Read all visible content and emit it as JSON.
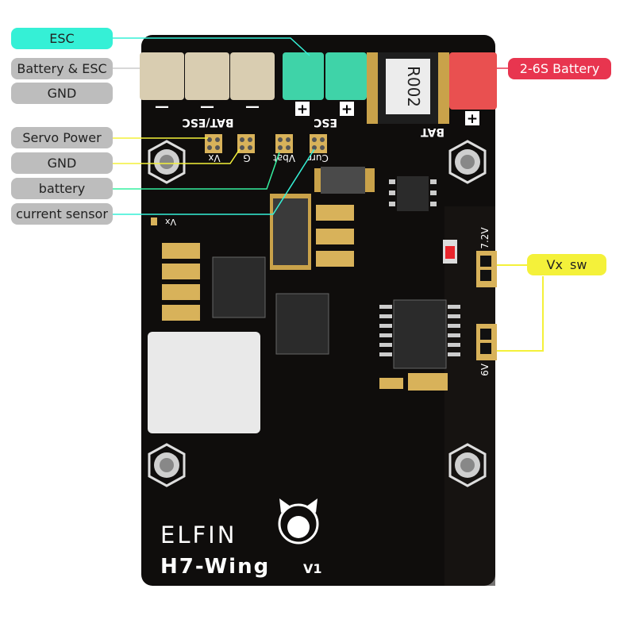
{
  "labels": {
    "esc": "ESC",
    "battery_esc": "Battery & ESC",
    "gnd_top": "GND",
    "servo_power": "Servo Power",
    "gnd_mid": "GND",
    "battery": "battery",
    "current_sensor": "current sensor",
    "battery_2_6s": "2-6S Battery",
    "vx_sw": "Vx  sw"
  },
  "board": {
    "silk_bat_esc": "BAT/ESC",
    "silk_esc": "ESC",
    "silk_bat": "BAT",
    "shunt": "R002",
    "pad_vx": "Vx",
    "pad_g": "G",
    "pad_vbat": "Vbat",
    "pad_curr": "Curr",
    "silk_vx_small": "Vx",
    "v72": "7.2V",
    "v6": "6V",
    "brand": "ELFIN",
    "model": "H7-Wing",
    "version": "V1",
    "plus": "+",
    "minus": "—"
  },
  "colors": {
    "board": "#0f0d0c",
    "esc": "#35f0d6",
    "battery": "#e8354f",
    "vx": "#f4f13a",
    "label_gray": "#bdbdbd",
    "pad_gold": "#d8b25a"
  }
}
